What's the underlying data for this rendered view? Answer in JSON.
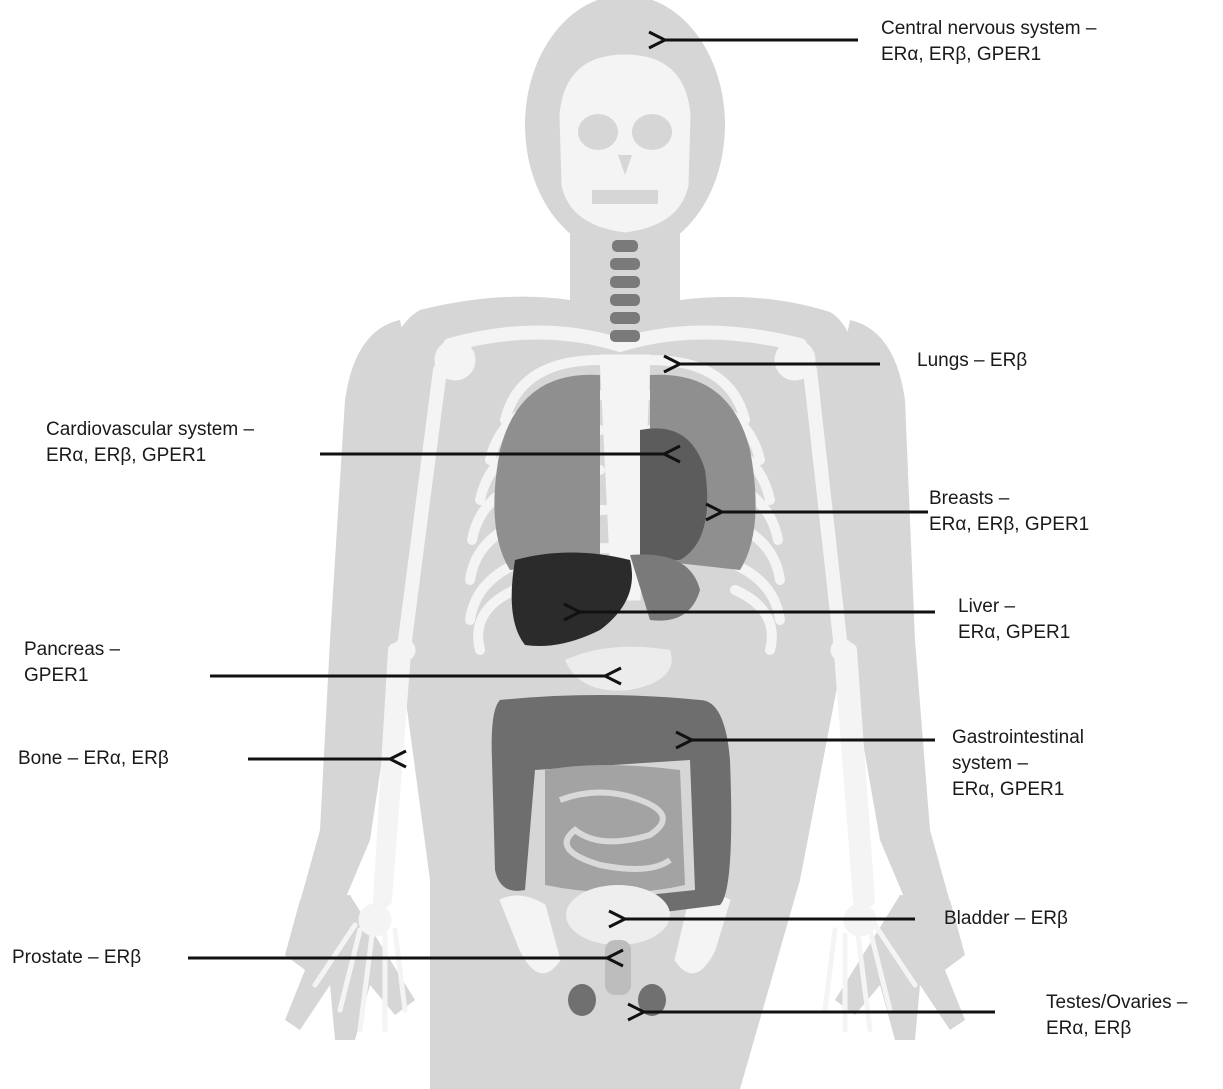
{
  "labels": {
    "cns": {
      "line1": "Central nervous system –",
      "line2": "ERα, ERβ, GPER1"
    },
    "lungs": {
      "line1": "Lungs – ERβ"
    },
    "cardio": {
      "line1": "Cardiovascular system –",
      "line2": "ERα, ERβ, GPER1"
    },
    "breasts": {
      "line1": "Breasts –",
      "line2": "ERα, ERβ, GPER1"
    },
    "liver": {
      "line1": "Liver –",
      "line2": "ERα, GPER1"
    },
    "pancreas": {
      "line1": "Pancreas –",
      "line2": "GPER1"
    },
    "bone": {
      "line1": "Bone – ERα, ERβ"
    },
    "gi": {
      "line1": "Gastrointestinal",
      "line2": "system –",
      "line3": "ERα, GPER1"
    },
    "bladder": {
      "line1": "Bladder – ERβ"
    },
    "prostate": {
      "line1": "Prostate – ERβ"
    },
    "testes": {
      "line1": "Testes/Ovaries –",
      "line2": "ERα, ERβ"
    }
  },
  "colors": {
    "silhouette": "#d6d6d6",
    "bone": "#f4f4f4",
    "lung": "#8f8f8f",
    "liver": "#2b2b2b",
    "colon": "#6e6e6e",
    "small_intestine": "#9a9a9a",
    "bladder": "#eeeeee",
    "arrow": "#111111"
  }
}
